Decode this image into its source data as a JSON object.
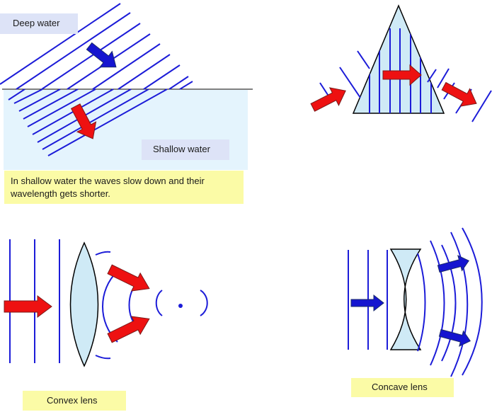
{
  "labels": {
    "deep_water": "Deep water",
    "shallow_water": "Shallow water",
    "shallow_note": "In shallow water the waves slow down and their wavelength gets shorter.",
    "convex_lens": "Convex lens",
    "concave_lens": "Concave lens"
  },
  "colors": {
    "wavefront": "#1c1cd8",
    "arrow_red": "#ee1111",
    "arrow_blue": "#1515d0",
    "water": "#e4f4fd",
    "glass": "#cfeaf6",
    "label_blue": "#dde3f7",
    "label_yellow": "#fbfba6"
  },
  "icons": {
    "red_arrow": "arrow-right-icon",
    "blue_arrow": "arrow-right-icon"
  }
}
